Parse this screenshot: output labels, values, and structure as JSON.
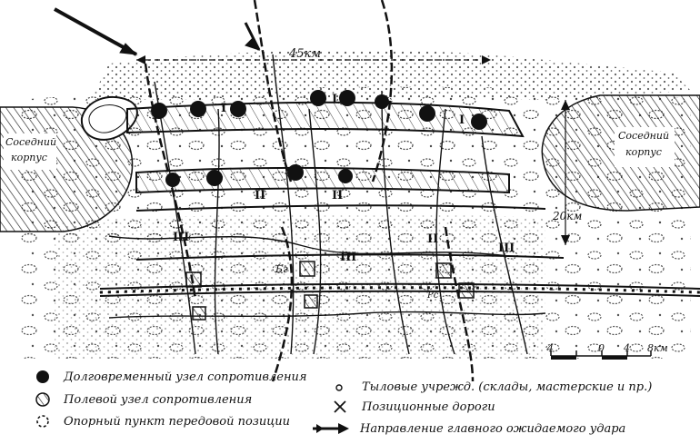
{
  "map": {
    "width_label": "45км",
    "depth_label": "20км",
    "left_neighbor": [
      "Соседний",
      "корпус"
    ],
    "right_neighbor": [
      "Соседний",
      "корпус"
    ],
    "place_labels": [
      "Бг",
      "Рс"
    ],
    "roman_marks": [
      "I",
      "I",
      "I",
      "II",
      "II",
      "II",
      "III",
      "III",
      "III"
    ],
    "scale": {
      "ticks": [
        "4",
        "0",
        "4",
        "8км"
      ]
    }
  },
  "legend": {
    "items": [
      {
        "symbol": "long-term-node-icon",
        "label": "Долговременный узел сопротивления"
      },
      {
        "symbol": "field-node-icon",
        "label": "Полевой узел сопротивления"
      },
      {
        "symbol": "strongpoint-icon",
        "label": "Опорный пункт передовой позиции"
      },
      {
        "symbol": "rear-unit-icon",
        "label": "Тыловые учрежд. (склады, мастерские и пр.)"
      },
      {
        "symbol": "positional-roads-icon",
        "label": "Позиционные дороги"
      },
      {
        "symbol": "main-attack-arrow-icon",
        "label": "Направление главного ожидаемого удара"
      }
    ]
  }
}
